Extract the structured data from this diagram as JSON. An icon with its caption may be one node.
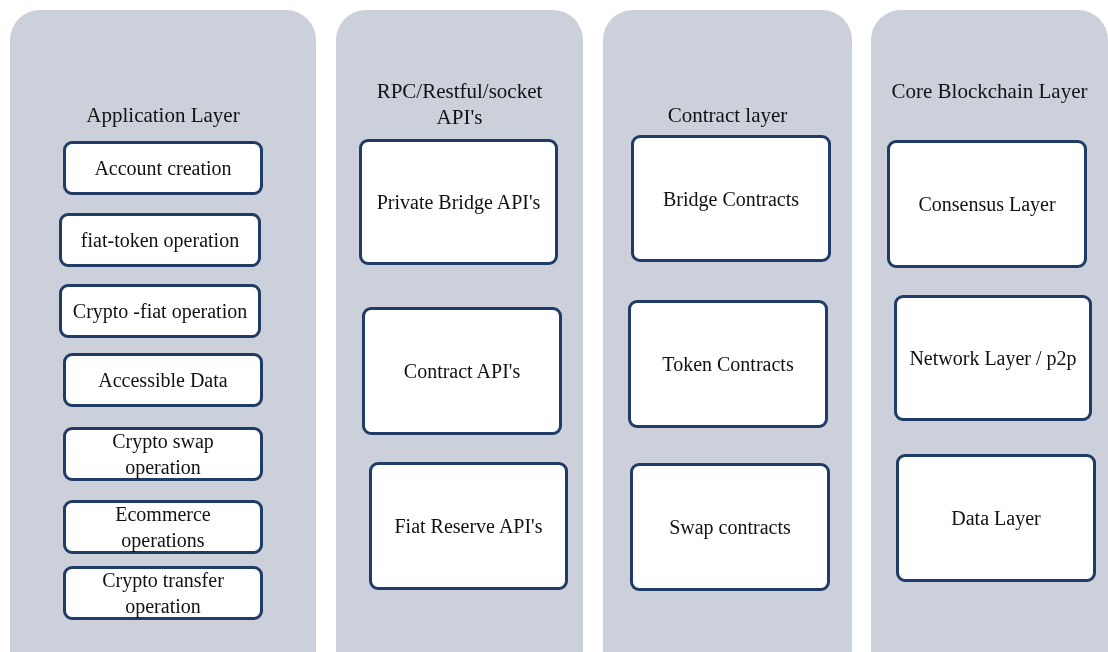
{
  "diagram": {
    "nodes": [
      {
        "text": [
          "Application Layer"
        ]
      },
      {
        "text": [
          "Account creation"
        ],
        "in": 0
      },
      {
        "text": [
          "fiat-token operation"
        ],
        "in": 0
      },
      {
        "text": [
          "Crypto -fiat operation"
        ],
        "in": 0
      },
      {
        "text": [
          "Accessible Data"
        ],
        "in": 0
      },
      {
        "text": [
          "Crypto swap operation"
        ],
        "in": 0
      },
      {
        "text": [
          "Ecommerce operations"
        ],
        "in": 0
      },
      {
        "text": [
          "Crypto transfer operation"
        ],
        "in": 0
      },
      {
        "text": [
          "RPC/Restful/socket API's"
        ]
      },
      {
        "text": [
          "Private Bridge API's"
        ],
        "in": 8
      },
      {
        "text": [
          "Contract API's"
        ],
        "in": 8
      },
      {
        "text": [
          "Fiat Reserve API's"
        ],
        "in": 8
      },
      {
        "text": [
          "Contract layer"
        ]
      },
      {
        "text": [
          "Bridge Contracts"
        ],
        "in": 12
      },
      {
        "text": [
          "Token Contracts"
        ],
        "in": 12
      },
      {
        "text": [
          "Swap contracts"
        ],
        "in": 12
      },
      {
        "text": [
          "Core Blockchain Layer"
        ]
      },
      {
        "text": [
          "Consensus Layer"
        ],
        "in": 16
      },
      {
        "text": [
          "Network Layer / p2p"
        ],
        "in": 16
      },
      {
        "text": [
          "Data Layer"
        ],
        "in": 16
      }
    ]
  }
}
